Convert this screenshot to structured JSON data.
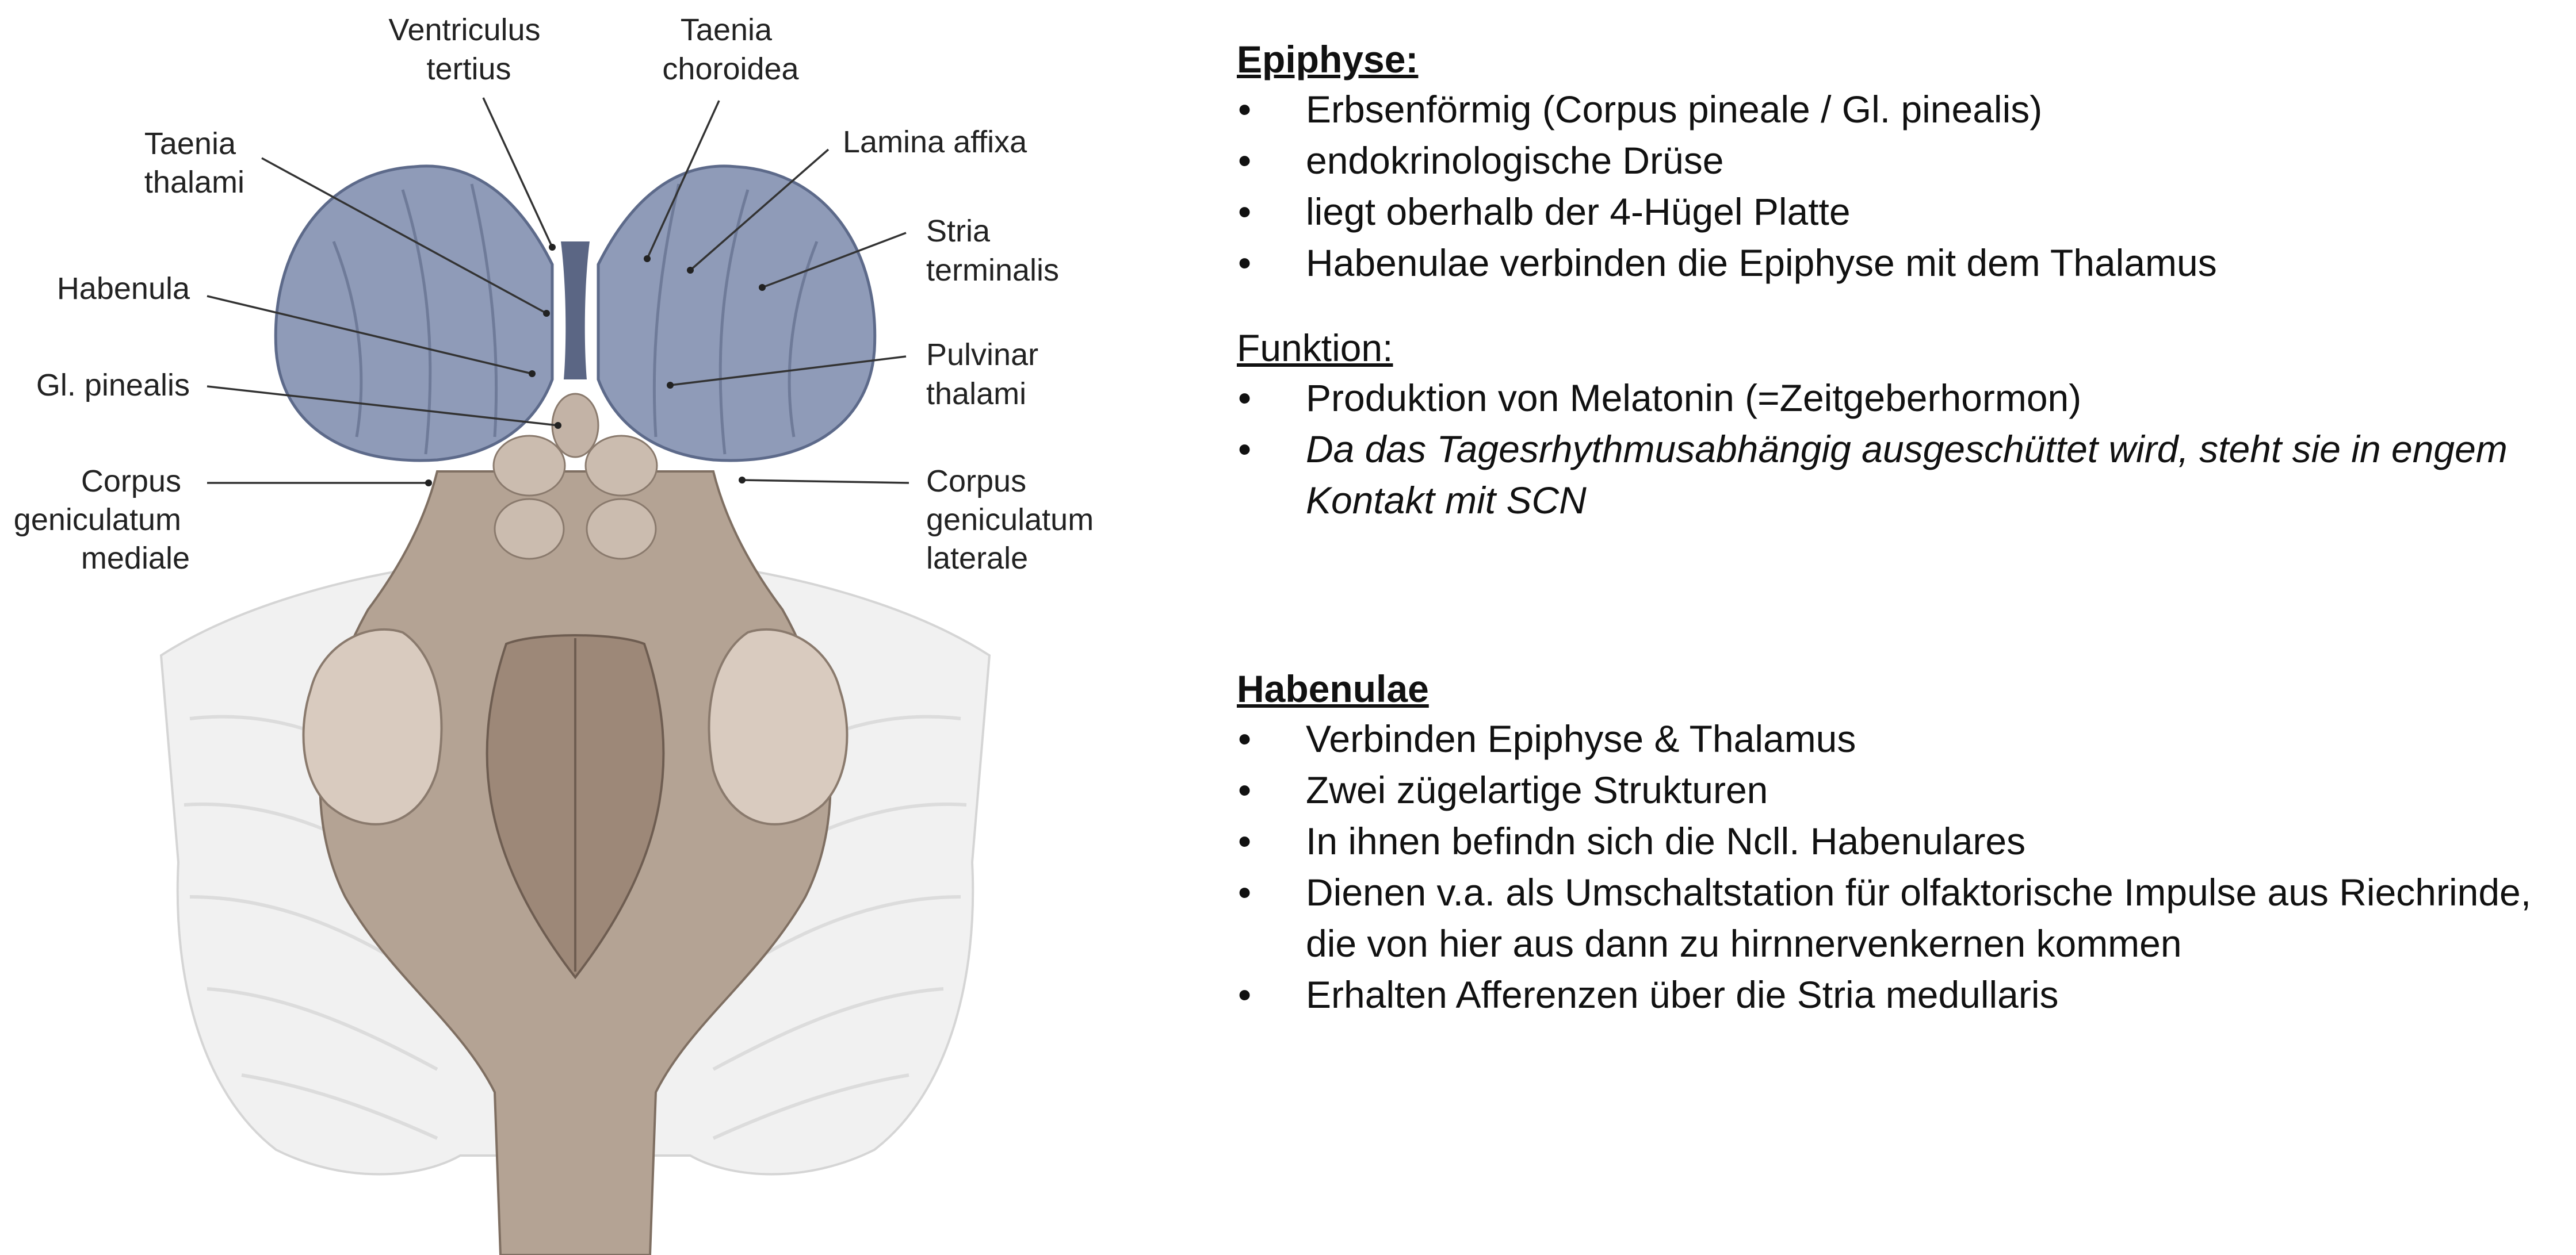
{
  "figure": {
    "labels": {
      "ventriculus_tertius": [
        "Ventriculus",
        "tertius"
      ],
      "taenia_choroidea": [
        "Taenia",
        "choroidea"
      ],
      "taenia_thalami": [
        "Taenia",
        "thalami"
      ],
      "lamina_affixa": "Lamina affixa",
      "stria_terminalis": [
        "Stria",
        "terminalis"
      ],
      "habenula": "Habenula",
      "pulvinar_thalami": [
        "Pulvinar",
        "thalami"
      ],
      "gl_pinealis": "Gl. pinealis",
      "corpus_gen_mediale": [
        "Corpus",
        "geniculatum",
        "mediale"
      ],
      "corpus_gen_laterale": [
        "Corpus",
        "geniculatum",
        "laterale"
      ]
    },
    "colors": {
      "thalamus": "#8f9bb8",
      "brainstem": "#b4a394",
      "cerebellum": "#f1f1f1"
    }
  },
  "sections": {
    "epiphyse": {
      "title": "Epiphyse:",
      "bullet": "•",
      "items": [
        "Erbsenförmig (Corpus pineale / Gl. pinealis)",
        "endokrinologische Drüse",
        "liegt oberhalb der 4-Hügel Platte",
        "Habenulae verbinden die Epiphyse mit dem Thalamus"
      ]
    },
    "funktion": {
      "title": "Funktion:",
      "items": [
        "Produktion von Melatonin (=Zeitgeberhormon)",
        "Da das Tagesrhythmusabhängig ausgeschüttet wird, steht sie in engem Kontakt mit SCN"
      ]
    },
    "habenulae": {
      "title": "Habenulae",
      "items": [
        "Verbinden Epiphyse & Thalamus",
        "Zwei zügelartige Strukturen",
        "In ihnen befindn sich die Ncll. Habenulares",
        "Dienen v.a. als Umschaltstation für olfaktorische Impulse aus Riechrinde, die von hier aus dann zu hirnnervenkernen kommen",
        "Erhalten Afferenzen über die Stria medullaris"
      ]
    }
  }
}
